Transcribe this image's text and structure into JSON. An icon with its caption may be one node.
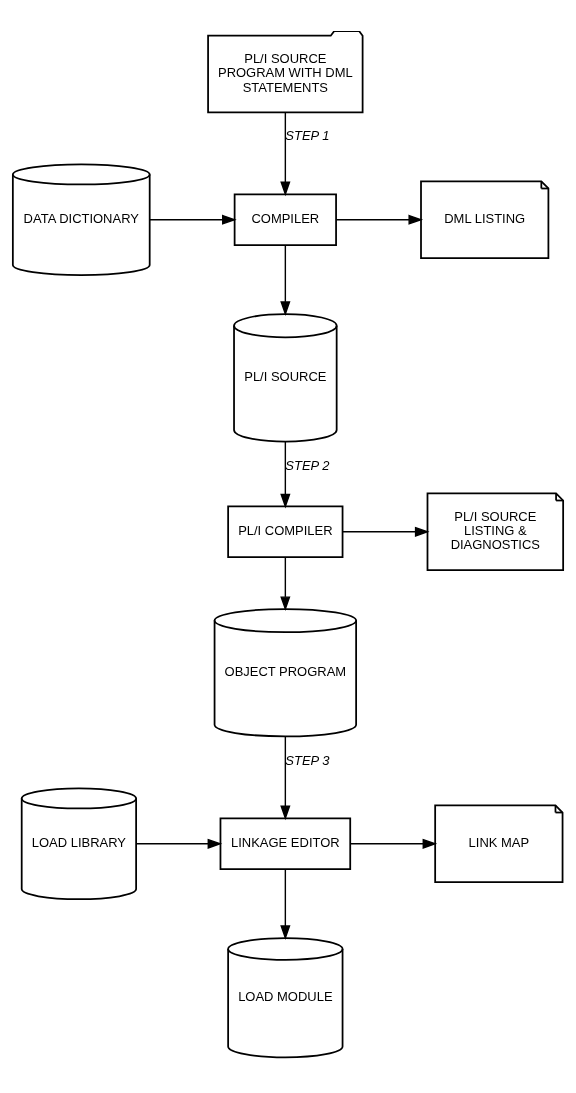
{
  "diagram": {
    "nodes": [
      {
        "text": [
          "PL/I SOURCE PROGRAM WITH DML STATEMENTS"
        ]
      },
      {
        "text": [
          "DATA DICTIONARY"
        ]
      },
      {
        "text": [
          "COMPILER"
        ]
      },
      {
        "text": [
          "DML LISTING"
        ]
      },
      {
        "text": [
          "PL/I SOURCE"
        ]
      },
      {
        "text": [
          "PL/I COMPILER"
        ]
      },
      {
        "text": [
          "PL/I SOURCE LISTING & DIAGNOSTICS"
        ]
      },
      {
        "text": [
          "OBJECT PROGRAM"
        ]
      },
      {
        "text": [
          "LOAD LIBRARY"
        ]
      },
      {
        "text": [
          "LINKAGE EDITOR"
        ]
      },
      {
        "text": [
          "LINK MAP"
        ]
      },
      {
        "text": [
          "LOAD MODULE"
        ]
      }
    ],
    "edges": [
      {
        "from": 0,
        "to": 2,
        "arrow": "to",
        "label": "STEP 1"
      },
      {
        "from": 1,
        "to": 2,
        "arrow": "to"
      },
      {
        "from": 2,
        "to": 3,
        "arrow": "to"
      },
      {
        "from": 2,
        "to": 4,
        "arrow": "to"
      },
      {
        "from": 4,
        "to": 5,
        "arrow": "to",
        "label": "STEP 2"
      },
      {
        "from": 5,
        "to": 6,
        "arrow": "to"
      },
      {
        "from": 5,
        "to": 7,
        "arrow": "to"
      },
      {
        "from": 7,
        "to": 9,
        "arrow": "to",
        "label": "STEP 3"
      },
      {
        "from": 8,
        "to": 9,
        "arrow": "to"
      },
      {
        "from": 9,
        "to": 10,
        "arrow": "to"
      },
      {
        "from": 9,
        "to": 11,
        "arrow": "to"
      }
    ]
  }
}
